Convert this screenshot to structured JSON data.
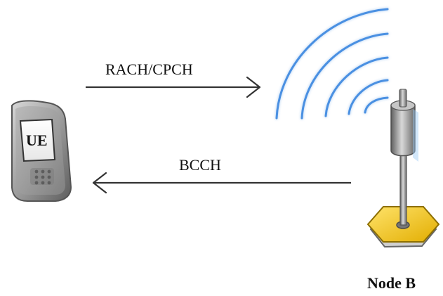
{
  "diagram": {
    "uplink_label": "RACH/CPCH",
    "downlink_label": "BCCH",
    "ue_label": "UE",
    "base_station_label": "Node B"
  },
  "icons": {
    "ue": "mobile-phone-icon",
    "base_station": "antenna-tower-icon",
    "signal": "radio-waves-icon"
  },
  "colors": {
    "waves": "#4a90e2",
    "arrow": "#333333",
    "base_plate": "#f2c200",
    "base_edge": "#a98700",
    "phone_body": "#a8a8a8",
    "antenna_metal": "#8a8a8a"
  }
}
